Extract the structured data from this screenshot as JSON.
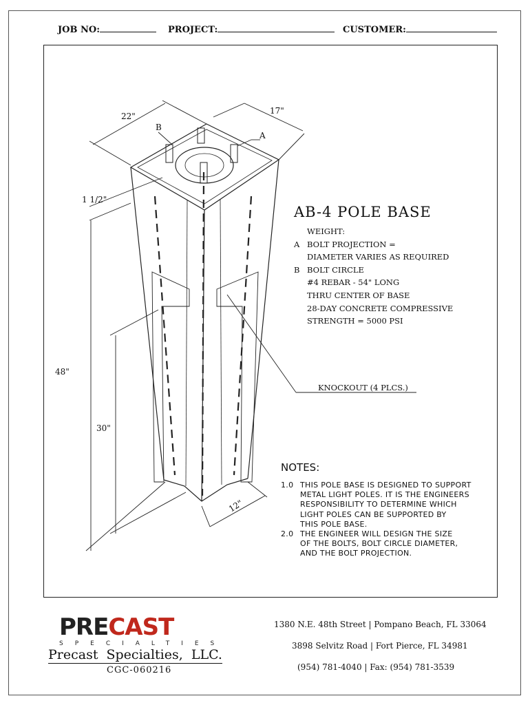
{
  "header": {
    "job_no_label": "JOB NO:",
    "project_label": "PROJECT:",
    "customer_label": "CUSTOMER:"
  },
  "drawing": {
    "dimensions": {
      "width_top": "22\"",
      "depth_top": "17\"",
      "chamfer": "1 1/2\"",
      "height_total": "48\"",
      "height_knockout": "30\"",
      "bottom_width": "12\""
    },
    "labels": {
      "a": "A",
      "b": "B"
    },
    "knockout_callout": "KNOCKOUT (4 PLCS.)"
  },
  "title": "AB-4 POLE BASE",
  "specs": [
    {
      "key": "",
      "text": "WEIGHT:"
    },
    {
      "key": "A",
      "text": "BOLT PROJECTION ="
    },
    {
      "key": "",
      "text": "DIAMETER VARIES AS REQUIRED"
    },
    {
      "key": "B",
      "text": "BOLT CIRCLE"
    },
    {
      "key": "",
      "text": "#4 REBAR - 54\" LONG"
    },
    {
      "key": "",
      "text": "THRU CENTER OF BASE"
    },
    {
      "key": "",
      "text": "28-DAY CONCRETE COMPRESSIVE"
    },
    {
      "key": "",
      "text": "STRENGTH = 5000 PSI"
    }
  ],
  "notes": {
    "heading": "NOTES:",
    "lines": [
      {
        "key": "1.0",
        "text": "THIS POLE BASE IS DESIGNED TO SUPPORT"
      },
      {
        "key": "",
        "text": "METAL LIGHT POLES. IT IS THE ENGINEERS"
      },
      {
        "key": "",
        "text": "RESPONSIBILITY TO DETERMINE WHICH"
      },
      {
        "key": "",
        "text": "LIGHT POLES CAN BE SUPPORTED BY"
      },
      {
        "key": "",
        "text": "THIS POLE BASE."
      },
      {
        "key": "2.0",
        "text": "THE ENGINEER WILL DESIGN THE SIZE"
      },
      {
        "key": "",
        "text": "OF THE BOLTS, BOLT CIRCLE DIAMETER,"
      },
      {
        "key": "",
        "text": "AND THE BOLT PROJECTION."
      }
    ]
  },
  "footer": {
    "logo_pre": "PRE",
    "logo_cast": "CAST",
    "logo_sub": "SPECIALTIES",
    "company": "Precast Specialties, LLC.",
    "license": "CGC-060216",
    "address1": "1380 N.E. 48th Street | Pompano Beach, FL 33064",
    "address2": "3898 Selvitz Road | Fort Pierce, FL 34981",
    "phone": "(954) 781-4040 | Fax: (954) 781-3539",
    "brand_red": "#c0281c"
  }
}
